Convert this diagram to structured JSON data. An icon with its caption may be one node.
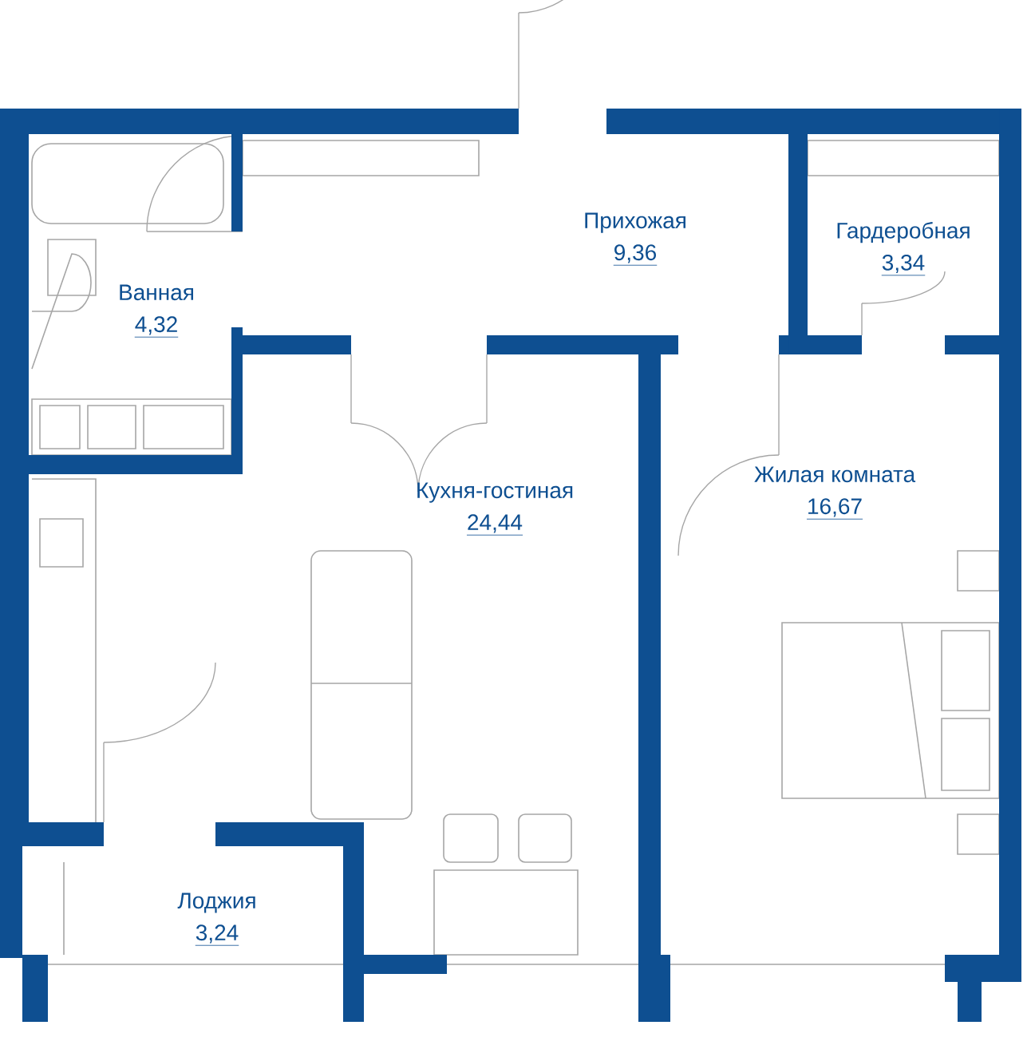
{
  "diagram": {
    "nodes": [
      {
        "text": [
          "Прихожая",
          "9,36"
        ]
      },
      {
        "text": [
          "Гардеробная",
          "3,34"
        ]
      },
      {
        "text": [
          "Ванная",
          "4,32"
        ]
      },
      {
        "text": [
          "Кухня-гостиная",
          "24,44"
        ]
      },
      {
        "text": [
          "Жилая комната",
          "16,67"
        ]
      },
      {
        "text": [
          "Лоджия",
          "3,24"
        ]
      }
    ]
  }
}
